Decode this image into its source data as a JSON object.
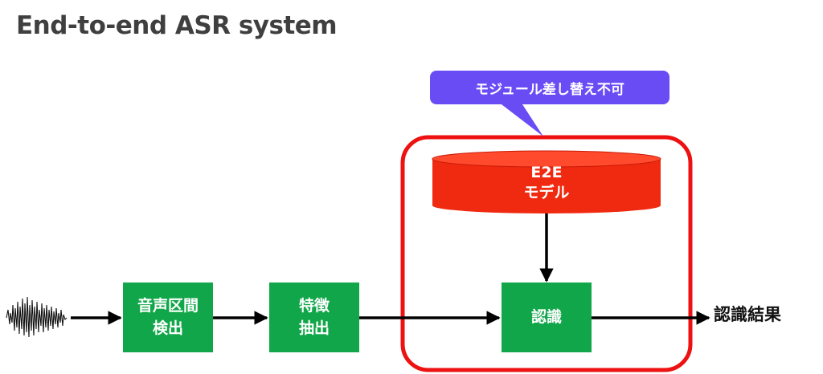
{
  "title": "End-to-end ASR system",
  "callout": {
    "text": "モジュール差し替え不可",
    "color": "#6a4cf5"
  },
  "model": {
    "line1": "E2E",
    "line2": "モデル",
    "color": "#f02a10"
  },
  "boxes": {
    "vad": "音声区間\n検出",
    "feature": "特徴\n抽出",
    "recognition": "認識"
  },
  "output": "認識結果",
  "colors": {
    "box": "#12a64a",
    "frame": "#ee1111",
    "arrow": "#000000"
  }
}
